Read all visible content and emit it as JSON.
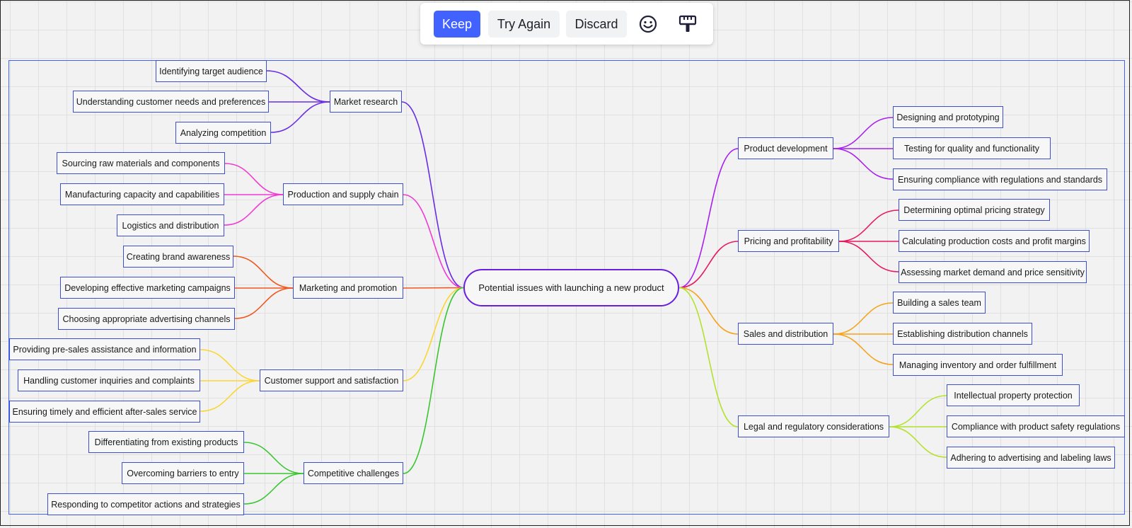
{
  "toolbar": {
    "keep_label": "Keep",
    "try_again_label": "Try Again",
    "discard_label": "Discard",
    "accent_color": "#4262ff",
    "icons": [
      "emoji-feedback-icon",
      "format-brush-icon"
    ]
  },
  "mindmap": {
    "root": "Potential issues with launching a new product",
    "left_branches": [
      {
        "label": "Market research",
        "color": "#6a2de6",
        "children": [
          "Identifying target audience",
          "Understanding customer needs and preferences",
          "Analyzing competition"
        ]
      },
      {
        "label": "Production and supply chain",
        "color": "#f03ad3",
        "children": [
          "Sourcing raw materials and components",
          "Manufacturing capacity and capabilities",
          "Logistics and distribution"
        ]
      },
      {
        "label": "Marketing and promotion",
        "color": "#f2561f",
        "children": [
          "Creating brand awareness",
          "Developing effective marketing campaigns",
          "Choosing appropriate advertising channels"
        ]
      },
      {
        "label": "Customer support and satisfaction",
        "color": "#fad630",
        "children": [
          "Providing pre-sales assistance and information",
          "Handling customer inquiries and complaints",
          "Ensuring timely and efficient after-sales service"
        ]
      },
      {
        "label": "Competitive challenges",
        "color": "#3ac631",
        "children": [
          "Differentiating from existing products",
          "Overcoming barriers to entry",
          "Responding to competitor actions and strategies"
        ]
      }
    ],
    "right_branches": [
      {
        "label": "Product development",
        "color": "#a81ff0",
        "children": [
          "Designing and prototyping",
          "Testing for quality and functionality",
          "Ensuring compliance with regulations and standards"
        ]
      },
      {
        "label": "Pricing and profitability",
        "color": "#e8175f",
        "children": [
          "Determining optimal pricing strategy",
          "Calculating production costs and profit margins",
          "Assessing market demand and price sensitivity"
        ]
      },
      {
        "label": "Sales and distribution",
        "color": "#f5a31a",
        "children": [
          "Building a sales team",
          "Establishing distribution channels",
          "Managing inventory and order fulfillment"
        ]
      },
      {
        "label": "Legal and regulatory considerations",
        "color": "#b3e22d",
        "children": [
          "Intellectual property protection",
          "Compliance with product safety regulations",
          "Adhering to advertising and labeling laws"
        ]
      }
    ]
  }
}
